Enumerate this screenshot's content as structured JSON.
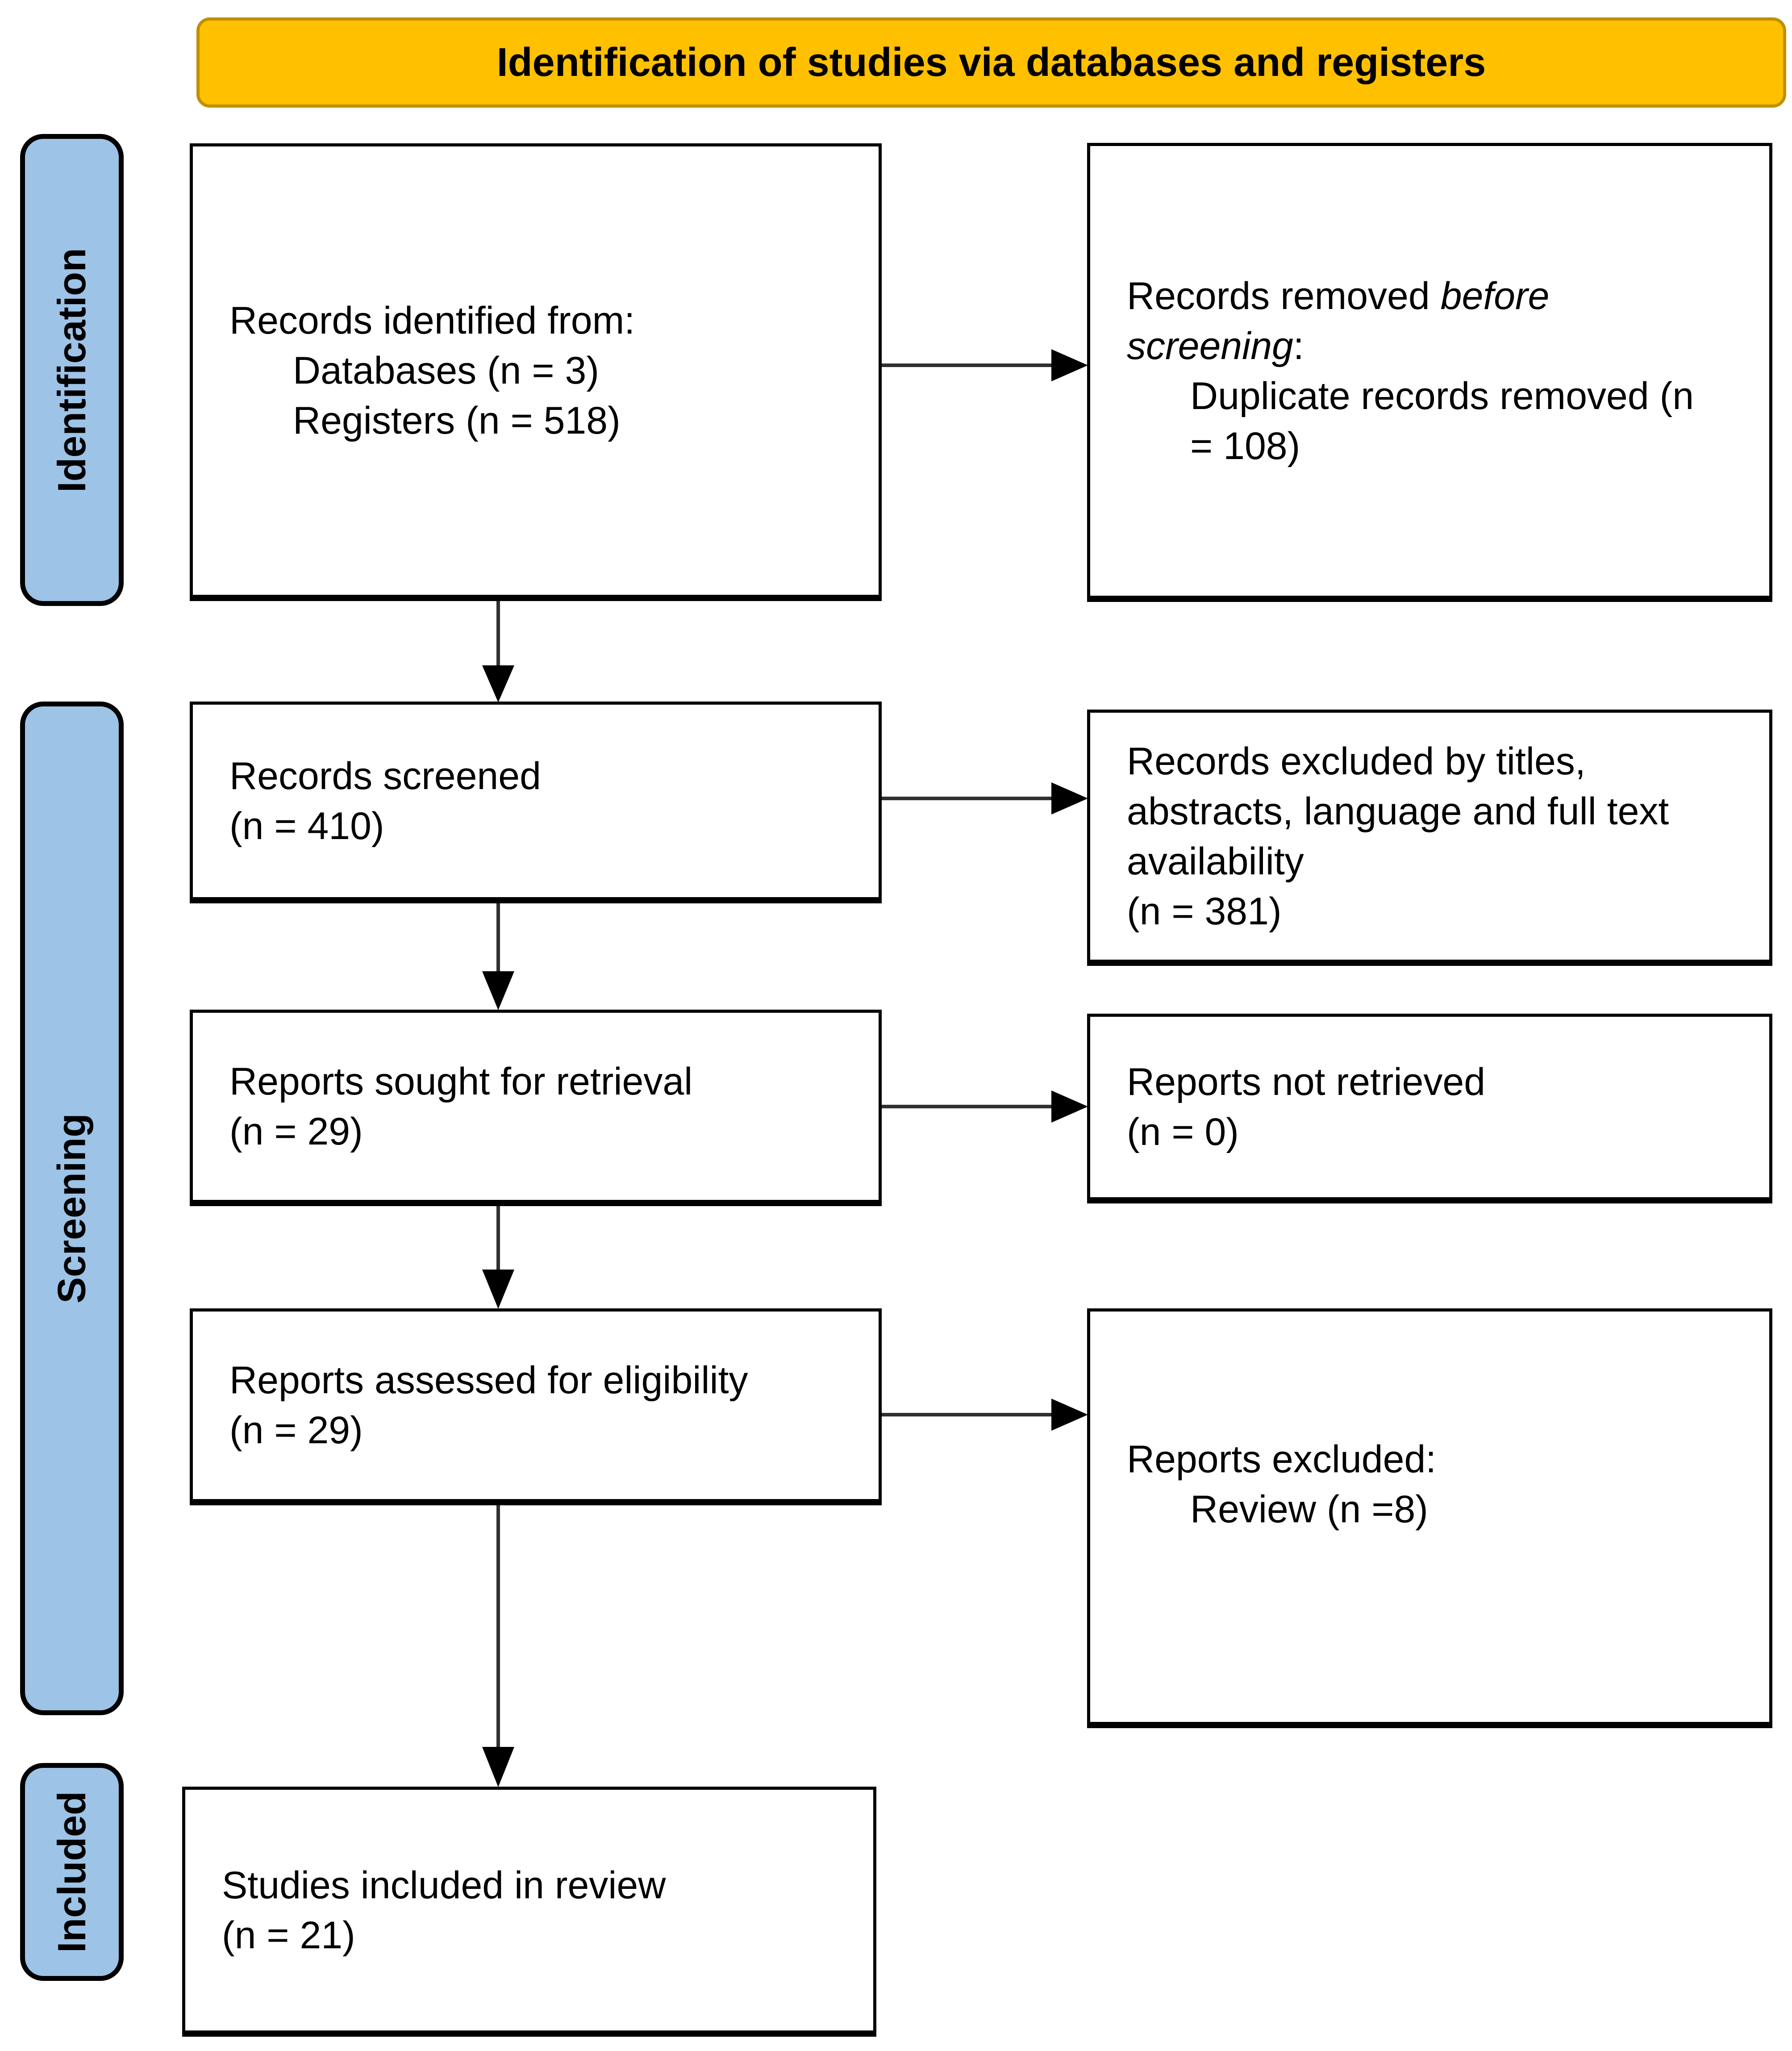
{
  "banner": {
    "title": "Identification of studies via databases and registers"
  },
  "sidebar": {
    "identification": "Identification",
    "screening": "Screening",
    "included": "Included"
  },
  "flow": {
    "identified": {
      "line1": "Records identified from:",
      "line2": "Databases (n = 3)",
      "line3": "Registers (n = 518)"
    },
    "removed": {
      "line1_normal": "Records removed ",
      "line1_italic": "before",
      "line2_italic": "screening",
      "line2_colon": ":",
      "line3": "Duplicate records removed (n",
      "line4": "= 108)"
    },
    "screened": {
      "line1": "Records screened",
      "line2": "(n = 410)"
    },
    "excluded_titles": {
      "line1": "Records excluded by titles,",
      "line2": "abstracts, language and full text",
      "line3": "availability",
      "line4": "(n = 381)"
    },
    "sought": {
      "line1": "Reports sought for retrieval",
      "line2": "(n = 29)"
    },
    "not_retrieved": {
      "line1": "Reports not retrieved",
      "line2": "(n = 0)"
    },
    "assessed": {
      "line1": "Reports assessed for eligibility",
      "line2": "(n = 29)"
    },
    "reports_excluded": {
      "line1": "Reports excluded:",
      "line2": "Review (n =8)"
    },
    "included_review": {
      "line1": "Studies included in review",
      "line2": "(n = 21)"
    }
  },
  "colors": {
    "banner_fill": "#FFC000",
    "banner_border": "#BF9000",
    "sidebar_fill": "#9DC3E6",
    "box_border": "#000000",
    "arrow_line": "#303030",
    "arrow_head": "#000000"
  }
}
